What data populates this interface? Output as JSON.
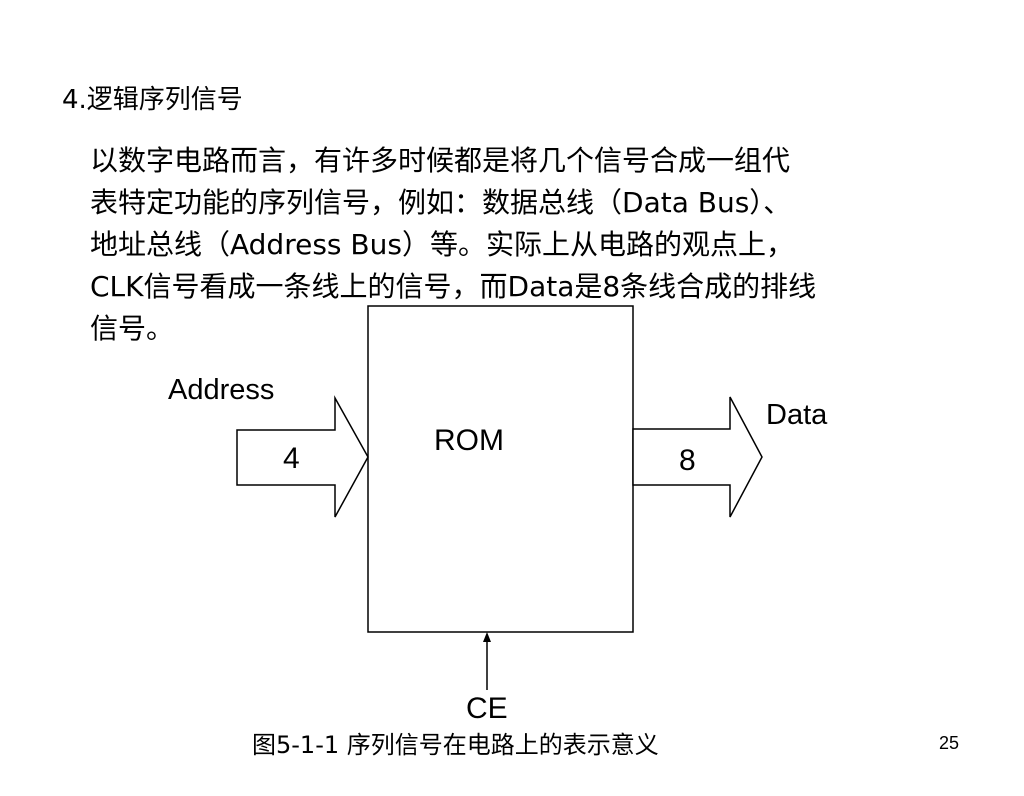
{
  "heading": "4.逻辑序列信号",
  "paragraph": {
    "lines": [
      "以数字电路而言，有许多时候都是将几个信号合成一组代",
      "表特定功能的序列信号，例如：数据总线（Data Bus）、",
      "地址总线（Address Bus）等。实际上从电路的观点上，",
      "CLK信号看成一条线上的信号，而Data是8条线合成的排线",
      "信号。"
    ]
  },
  "diagram": {
    "block_label": "ROM",
    "input_label": "Address",
    "input_width": "4",
    "output_label": "Data",
    "output_width": "8",
    "control_label": "CE"
  },
  "caption": "图5-1-1 序列信号在电路上的表示意义",
  "page_number": "25"
}
